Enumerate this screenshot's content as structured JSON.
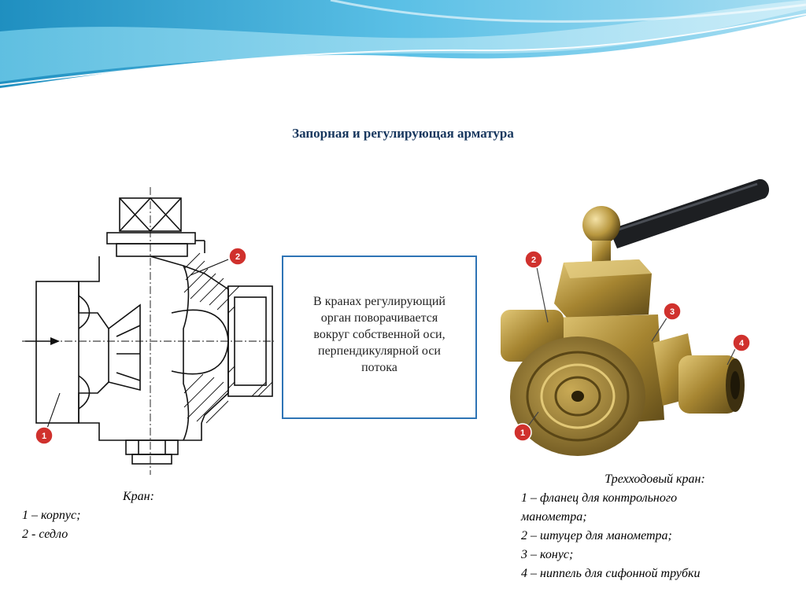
{
  "title": "Запорная и регулирующая арматура",
  "left_figure": {
    "markers": [
      "1",
      "2"
    ],
    "caption": {
      "title": "Кран:",
      "lines": [
        "1 – корпус;",
        "2 - седло"
      ]
    }
  },
  "info_box": {
    "lines": [
      "В кранах регулирующий",
      "орган поворачивается",
      "вокруг собственной оси,",
      "перпендикулярной оси",
      "потока"
    ]
  },
  "right_figure": {
    "markers": [
      "1",
      "2",
      "3",
      "4"
    ],
    "caption": {
      "title": "Трехходовый кран:",
      "lines": [
        "1 – фланец для контрольного",
        "манометра;",
        "2 – штуцер для манометра;",
        "3 – конус;",
        "4 – ниппель для сифонной трубки"
      ]
    }
  },
  "colors": {
    "marker": "#d0312d",
    "title": "#17375e",
    "box_border": "#2e74b5",
    "brass": "#b8973f"
  }
}
